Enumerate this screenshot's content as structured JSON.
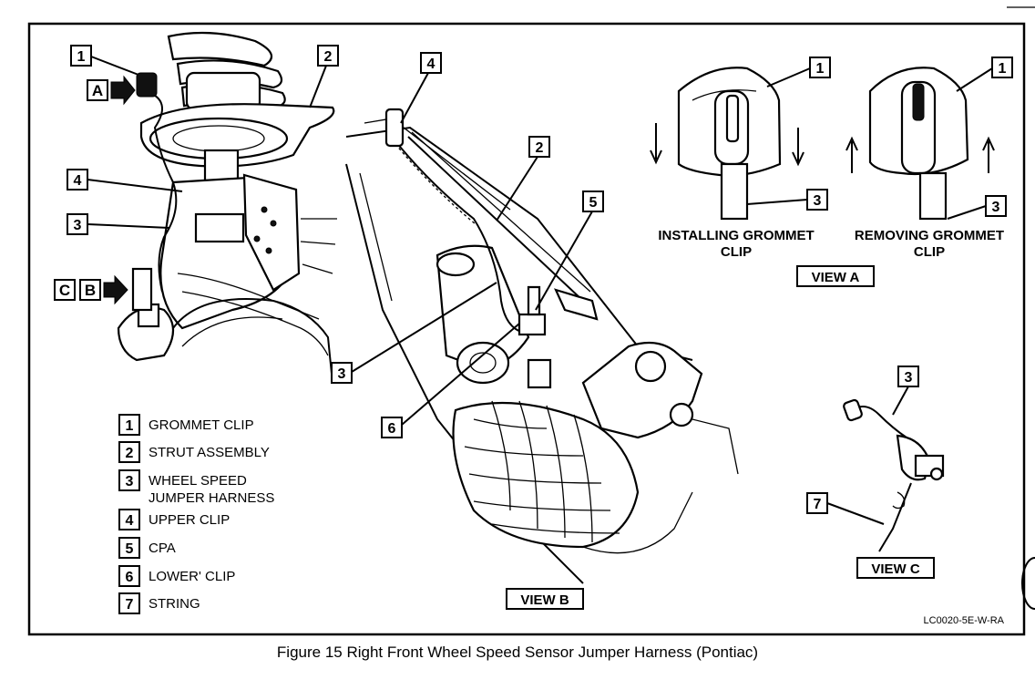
{
  "figure": {
    "caption": "Figure 15 Right Front Wheel Speed Sensor Jumper Harness (Pontiac)",
    "code": "LC0020-5E-W-RA"
  },
  "legend": [
    {
      "num": "1",
      "text": "GROMMET CLIP"
    },
    {
      "num": "2",
      "text": "STRUT ASSEMBLY"
    },
    {
      "num": "3",
      "text": "WHEEL SPEED",
      "text2": "JUMPER HARNESS"
    },
    {
      "num": "4",
      "text": "UPPER CLIP"
    },
    {
      "num": "5",
      "text": "CPA"
    },
    {
      "num": "6",
      "text": "LOWER' CLIP"
    },
    {
      "num": "7",
      "text": "STRING"
    }
  ],
  "views": {
    "a": "VIEW A",
    "b": "VIEW B",
    "c": "VIEW C",
    "installing": [
      "INSTALLING GROMMET",
      "CLIP"
    ],
    "removing": [
      "REMOVING GROMMET",
      "CLIP"
    ]
  },
  "direction_arrows": {
    "a": "A",
    "c": "C",
    "b": "B"
  },
  "callouts": {
    "n1": "1",
    "n2": "2",
    "n3": "3",
    "n4": "4",
    "n5": "5",
    "n6": "6",
    "n7": "7"
  }
}
